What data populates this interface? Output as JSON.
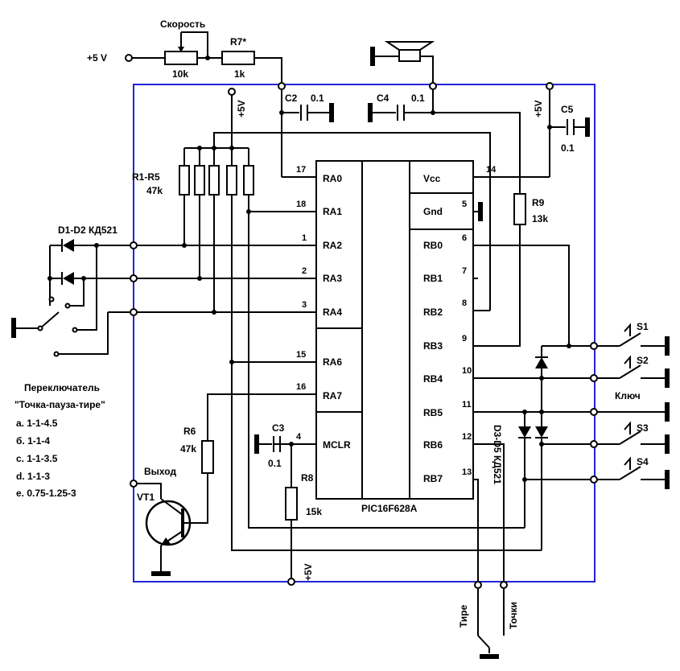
{
  "colors": {
    "frame": "#2424d8",
    "ink": "#000000"
  },
  "labels": {
    "speed": "Скорость",
    "supply_in": "+5 V",
    "pot_value": "10k",
    "r7": "R7*",
    "r7_value": "1k",
    "c2": "C2",
    "c2_value": "0.1",
    "c4": "C4",
    "c4_value": "0.1",
    "c5": "C5",
    "c5_value": "0.1",
    "v5_a": "+5V",
    "v5_b": "+5V",
    "v5_c": "+5V",
    "r1r5": "R1-R5",
    "r1r5_value": "47k",
    "d1d2": "D1-D2 КД521",
    "r9": "R9",
    "r9_value": "13k",
    "r6": "R6",
    "r6_value": "47k",
    "c3": "C3",
    "c3_value": "0.1",
    "r8": "R8",
    "r8_value": "15k",
    "output": "Выход",
    "vt1": "VT1",
    "d3d5": "D3-D5 КД521",
    "s1": "S1",
    "s2": "S2",
    "key": "Ключ",
    "s3": "S3",
    "s4": "S4",
    "dash": "Тире",
    "dots": "Точки"
  },
  "chip": {
    "name": "PIC16F628A",
    "vcc": "Vcc",
    "gnd": "Gnd",
    "left_pins": [
      {
        "label": "RA0",
        "num": "17"
      },
      {
        "label": "RA1",
        "num": "18"
      },
      {
        "label": "RA2",
        "num": "1"
      },
      {
        "label": "RA3",
        "num": "2"
      },
      {
        "label": "RA4",
        "num": "3"
      },
      {
        "label": "RA6",
        "num": "15"
      },
      {
        "label": "RA7",
        "num": "16"
      },
      {
        "label": "MCLR",
        "num": "4"
      }
    ],
    "right_pins": [
      {
        "label": "Vcc",
        "num": "14"
      },
      {
        "label": "Gnd",
        "num": "5"
      },
      {
        "label": "RB0",
        "num": "6"
      },
      {
        "label": "RB1",
        "num": "7"
      },
      {
        "label": "RB2",
        "num": "8"
      },
      {
        "label": "RB3",
        "num": "9"
      },
      {
        "label": "RB4",
        "num": "10"
      },
      {
        "label": "RB5",
        "num": "11"
      },
      {
        "label": "RB6",
        "num": "12"
      },
      {
        "label": "RB7",
        "num": "13"
      }
    ]
  },
  "switch_legend": {
    "title1": "Переключатель",
    "title2": "\"Точка-пауза-тире\"",
    "items": [
      "a.  1-1-4.5",
      "б.  1-1-4",
      "c.  1-1-3.5",
      "d.  1-1-3",
      "e.  0.75-1.25-3"
    ]
  }
}
